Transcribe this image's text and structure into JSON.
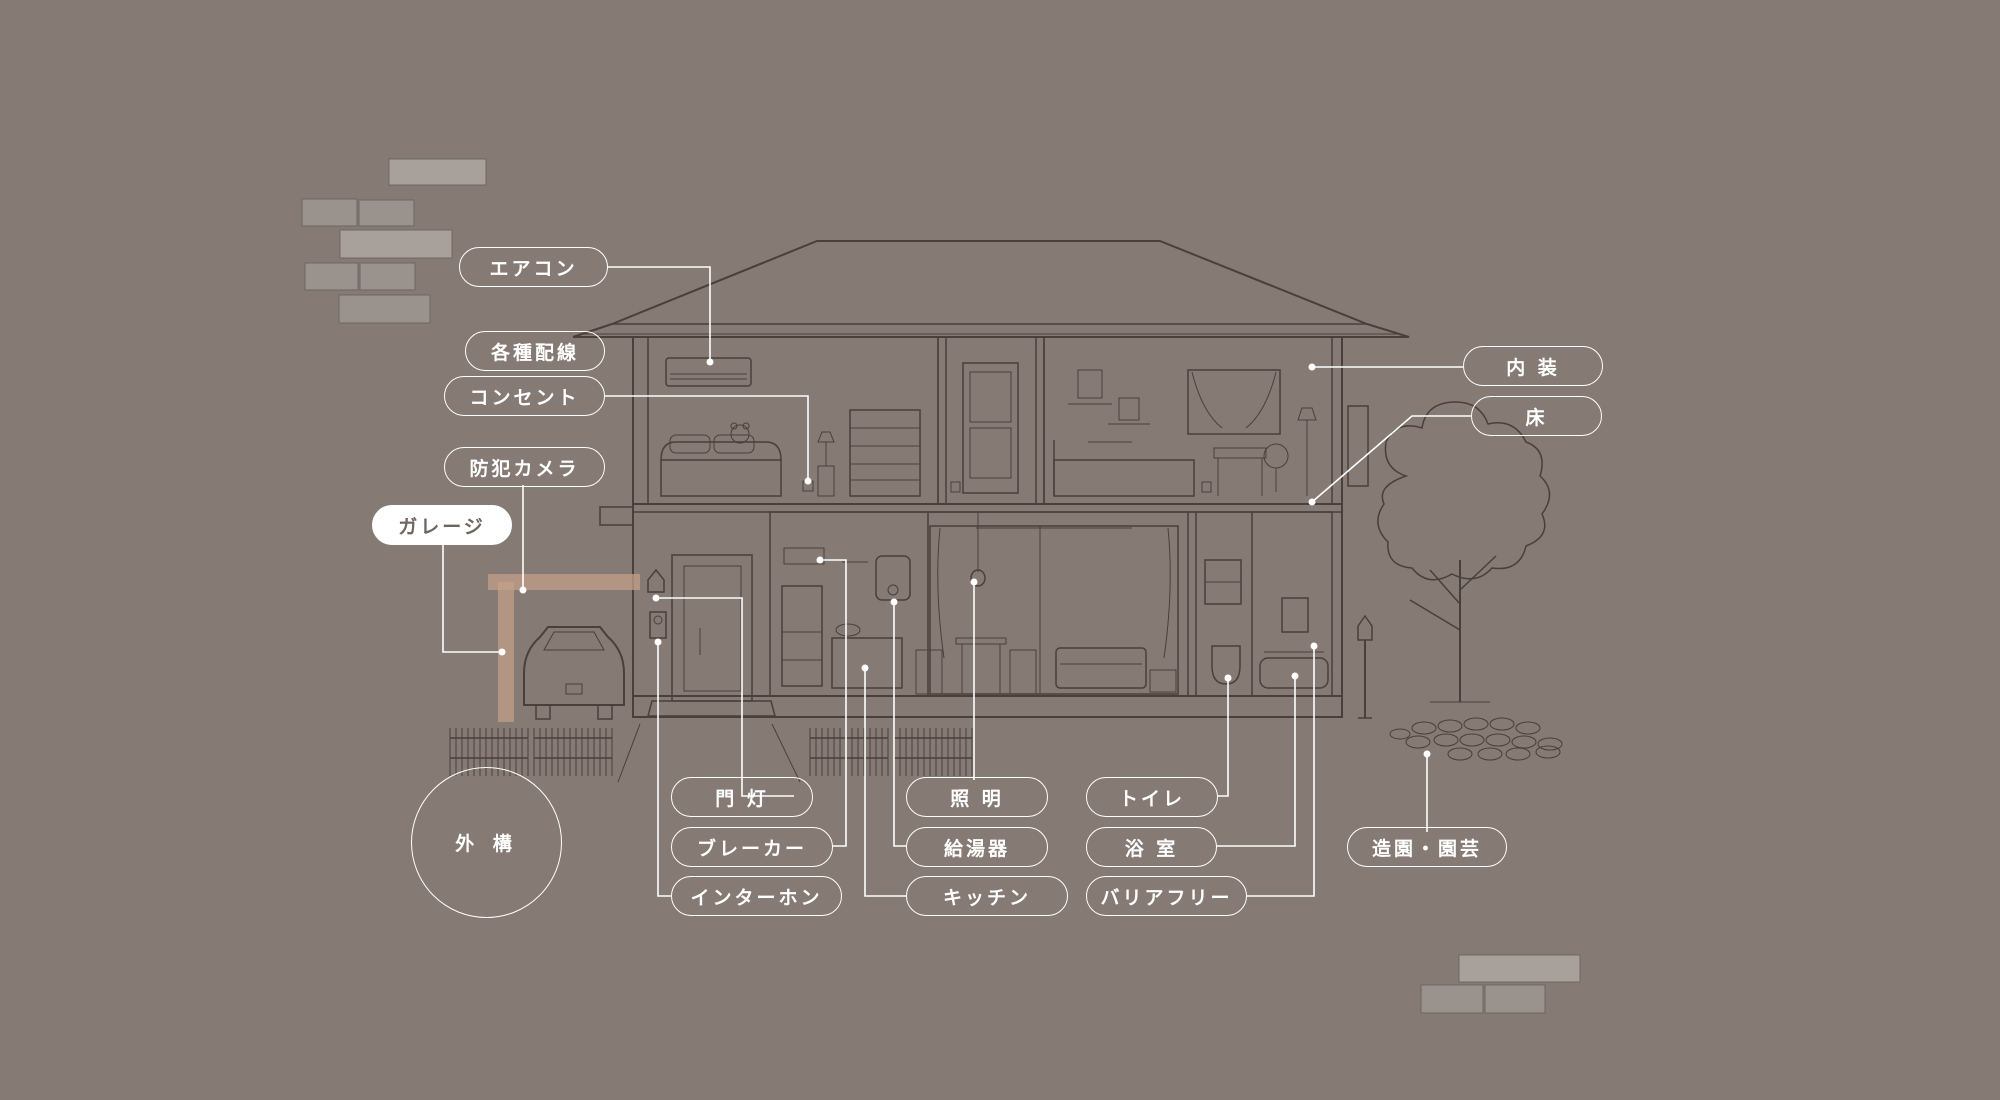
{
  "labels": {
    "aircon": "エアコン",
    "wiring": "各種配線",
    "outlet": "コンセント",
    "camera": "防犯カメラ",
    "garage": "ガレージ",
    "exterior": "外 構",
    "gate_light": "門 灯",
    "breaker": "ブレーカー",
    "intercom": "インターホン",
    "lighting": "照 明",
    "water_heater": "給湯器",
    "kitchen": "キッチン",
    "toilet": "トイレ",
    "bathroom": "浴 室",
    "barrier_free": "バリアフリー",
    "interior": "内 装",
    "floor": "床",
    "landscaping": "造園・園芸"
  },
  "selected": "garage",
  "colors": {
    "background": "#857a74",
    "label_border": "#ffffff",
    "house_line": "#4a403b",
    "garage_highlight": "#c2a088"
  }
}
